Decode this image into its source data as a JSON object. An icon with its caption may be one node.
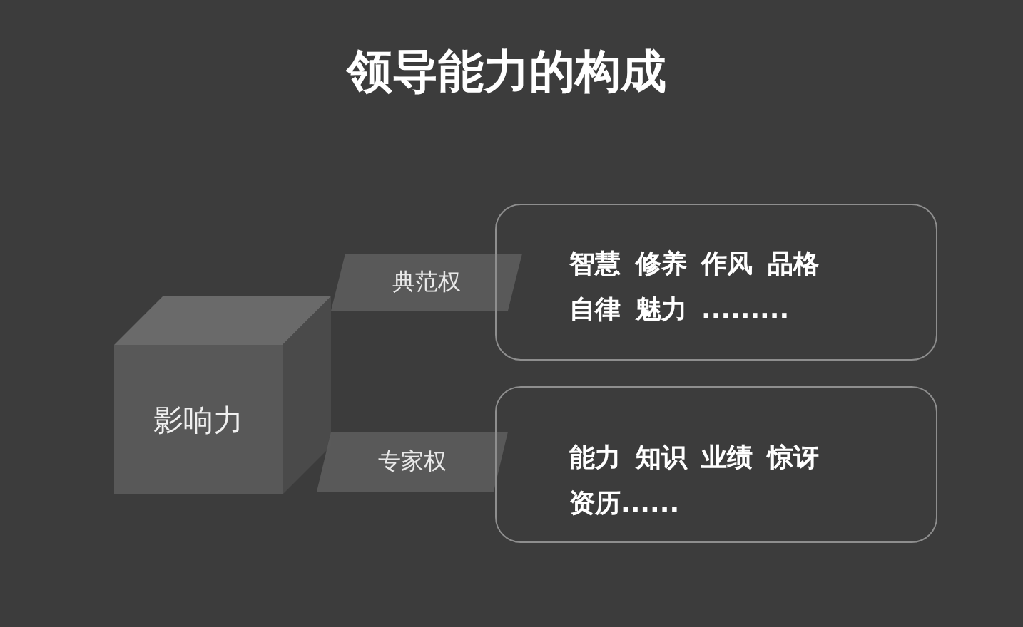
{
  "diagram": {
    "title": "领导能力的构成",
    "nodes": [
      {
        "text": [
          "影响力"
        ]
      },
      {
        "text": [
          "典范权"
        ]
      },
      {
        "text": [
          "专家权"
        ]
      },
      {
        "text": [
          "智慧 修养 作风 品格自律 魅力 ........."
        ]
      },
      {
        "text": [
          "能力 知识 业绩 惊讶资历......"
        ]
      }
    ]
  }
}
